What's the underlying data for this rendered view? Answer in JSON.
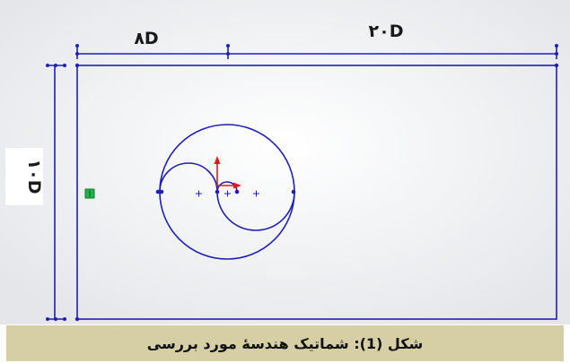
{
  "dimensions": {
    "left_width": "۸D",
    "right_width": "۲۰D",
    "height": "۱۰D"
  },
  "caption": "شکل (1): شماتیک هندسهٔ مورد بررسی",
  "colors": {
    "sketch_line": "#1f1fb4",
    "axis_x": "#e01818",
    "axis_y": "#e01818",
    "origin_marker": "#22b34a",
    "caption_background": "#d6cfa6"
  },
  "icons": {
    "origin_marker": "green-square-icon",
    "axis": "red-arrow-icon"
  }
}
